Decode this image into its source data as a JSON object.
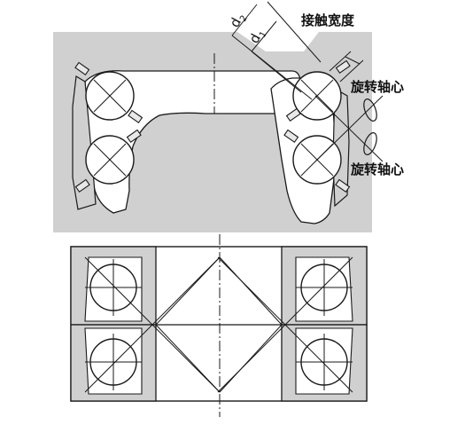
{
  "labels": {
    "contact_width": "接触宽度",
    "rotation_axis_upper": "旋转轴心",
    "rotation_axis_lower": "旋转轴心",
    "d2_main": "d",
    "d2_sub": "2",
    "d1_main": "d",
    "d1_sub": "1"
  },
  "colors": {
    "fill_gray": "#d0d0d0",
    "line": "#1a1a1a",
    "background": "#ffffff"
  }
}
